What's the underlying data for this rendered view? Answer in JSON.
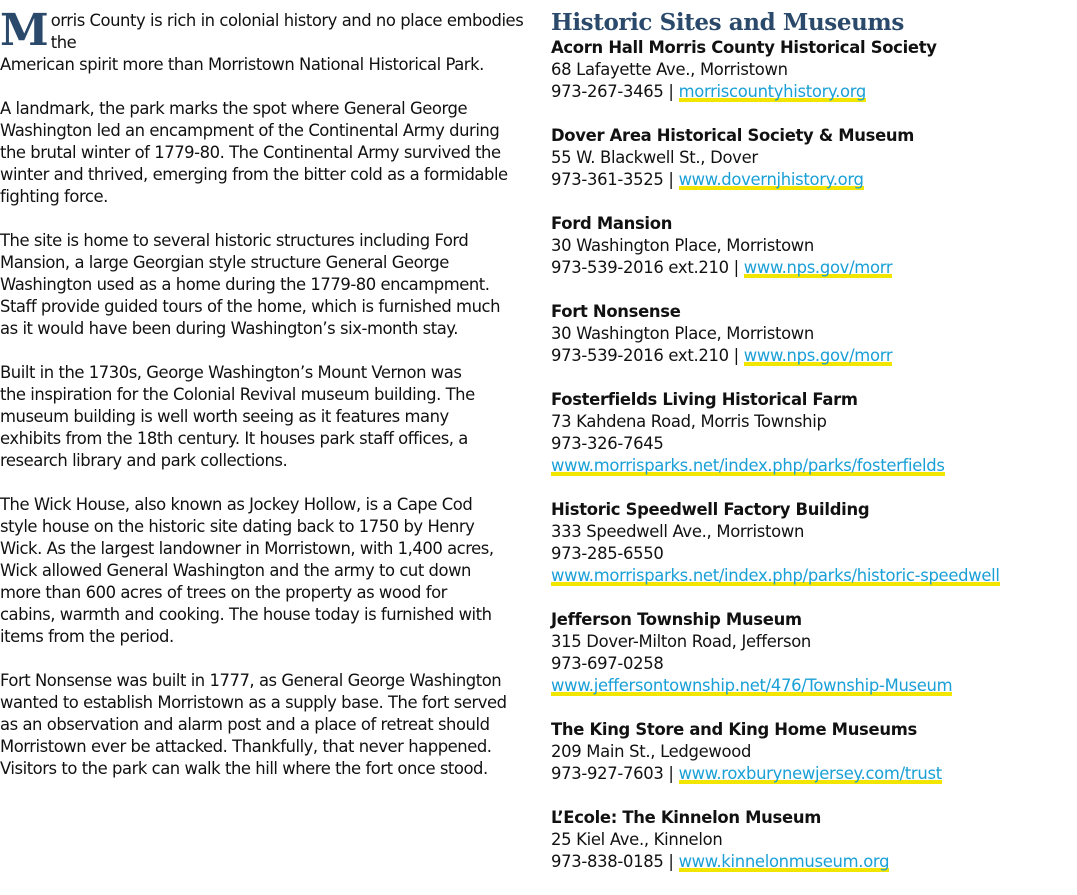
{
  "article": {
    "dropcap": "M",
    "paragraphs": [
      "orris County is rich in colonial history and no place embodies the\nAmerican spirit more than Morristown National Historical Park.",
      "A landmark, the park marks the spot where General George\nWashington led an encampment of the Continental Army during\nthe brutal winter of 1779-80. The Continental Army survived the\nwinter and thrived, emerging from the bitter cold as a formidable\nfighting force.",
      "The site is home to several historic structures including Ford\nMansion, a large Georgian style structure General George\nWashington used as a home during the 1779-80 encampment.\nStaff provide guided tours of the home, which is furnished much\nas it would have been during Washington’s six-month stay.",
      "Built in the 1730s, George Washington’s Mount Vernon was\nthe inspiration for the Colonial Revival museum building. The\nmuseum building is well worth seeing as it features many\nexhibits from the 18th century. It houses park staff offices, a\nresearch library and park collections.",
      "The Wick House, also known as Jockey Hollow, is a Cape Cod\nstyle house on the historic site dating back to 1750 by Henry\nWick. As the largest landowner in Morristown, with 1,400 acres,\nWick allowed General Washington and the army to cut down\nmore than 600 acres of trees on the property as wood for\ncabins, warmth and cooking. The house today is furnished with\nitems from the period.",
      "Fort Nonsense was built in 1777, as General George Washington\nwanted to establish Morristown as a supply base. The fort served\nas an observation and alarm post and a place of retreat should\nMorristown ever be attacked. Thankfully, that never happened.\nVisitors to the park can walk the hill where the fort once stood."
    ]
  },
  "sites": {
    "title": "Historic Sites and Museums",
    "items": [
      {
        "name": "Acorn Hall Morris County Historical Society",
        "address": "68 Lafayette Ave., Morristown",
        "phone": "973-267-3465 | ",
        "link": "morriscountyhistory.org"
      },
      {
        "name": "Dover Area Historical Society & Museum",
        "address": "55 W. Blackwell St., Dover",
        "phone": "973-361-3525 | ",
        "link": "www.dovernjhistory.org"
      },
      {
        "name": "Ford Mansion",
        "address": "30 Washington Place, Morristown",
        "phone": "973-539-2016 ext.210 | ",
        "link": "www.nps.gov/morr"
      },
      {
        "name": "Fort Nonsense",
        "address": "30 Washington Place, Morristown",
        "phone": "973-539-2016 ext.210 | ",
        "link": "www.nps.gov/morr"
      },
      {
        "name": "Fosterfields Living Historical Farm",
        "address": "73 Kahdena Road, Morris Township",
        "phone": "973-326-7645",
        "link": "www.morrisparks.net/index.php/parks/fosterfields"
      },
      {
        "name": "Historic Speedwell Factory Building",
        "address": "333 Speedwell Ave., Morristown",
        "phone": "973-285-6550",
        "link": "www.morrisparks.net/index.php/parks/historic-speedwell"
      },
      {
        "name": "Jefferson Township Museum",
        "address": "315 Dover-Milton Road, Jefferson",
        "phone": "973-697-0258",
        "link": "www.jeffersontownship.net/476/Township-Museum"
      },
      {
        "name": "The King Store and King Home Museums",
        "address": "209 Main St., Ledgewood",
        "phone": "973-927-7603 | ",
        "link": "www.roxburynewjersey.com/trust"
      },
      {
        "name": "L’Ecole: The Kinnelon Museum",
        "address": "25 Kiel Ave., Kinnelon",
        "phone": "973-838-0185 | ",
        "link": "www.kinnelonmuseum.org"
      }
    ]
  },
  "colors": {
    "heading": "#2b4a6b",
    "link": "#1aa0d6",
    "link_highlight": "#f2e600"
  }
}
